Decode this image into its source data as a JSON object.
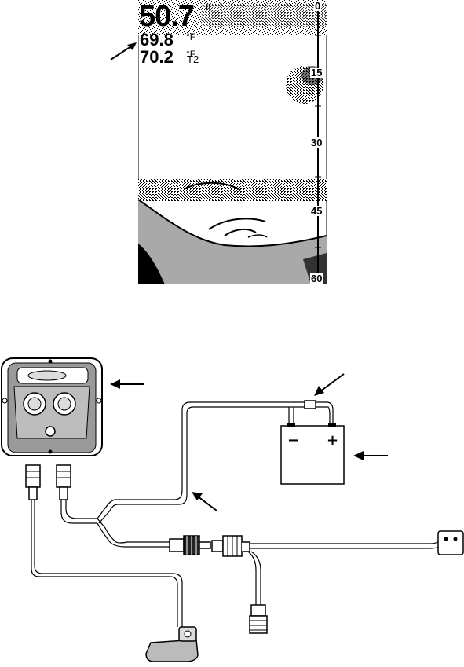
{
  "sonar": {
    "depth": "50.7",
    "depth_unit": "ft",
    "temp1": "69.8",
    "temp1_unit": "°F",
    "temp2": "70.2",
    "temp2_unit": "°F",
    "temp2_sensor": "T2",
    "depth_scale": [
      "0",
      "15",
      "30",
      "45",
      "60"
    ]
  },
  "battery": {
    "negative_terminal": "−",
    "positive_terminal": "+"
  }
}
